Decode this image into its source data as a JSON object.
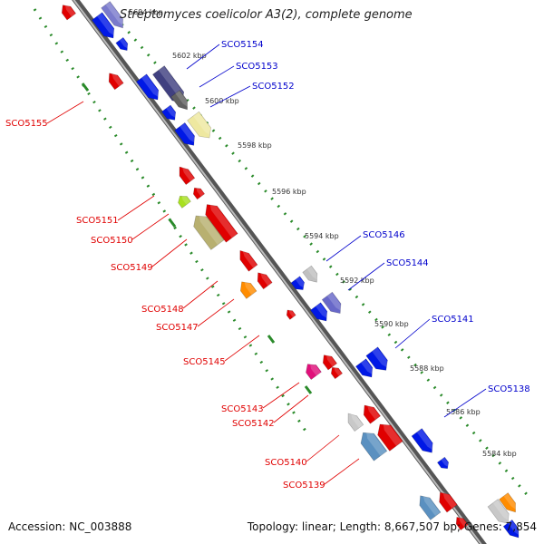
{
  "title": "Streptomyces coelicolor A3(2), complete genome",
  "accession": "Accession: NC_003888",
  "summary": "Topology: linear; Length: 8,667,507 bp; Genes: 7,854",
  "colors": {
    "backbone": "#7f7f7f",
    "ruler": "#2a8a2a",
    "forward_label": "#0000cc",
    "reverse_label": "#e00000",
    "scale_label": "#333333"
  },
  "scale": [
    {
      "label": "5604 kbp"
    },
    {
      "label": "5602 kbp"
    },
    {
      "label": "5600 kbp"
    },
    {
      "label": "5598 kbp"
    },
    {
      "label": "5596 kbp"
    },
    {
      "label": "5594 kbp"
    },
    {
      "label": "5592 kbp"
    },
    {
      "label": "5590 kbp"
    },
    {
      "label": "5588 kbp"
    },
    {
      "label": "5586 kbp"
    },
    {
      "label": "5584 kbp"
    }
  ],
  "gene_labels": [
    {
      "label": "SCO5154",
      "strand": "forward"
    },
    {
      "label": "SCO5153",
      "strand": "forward"
    },
    {
      "label": "SCO5152",
      "strand": "forward"
    },
    {
      "label": "SCO5146",
      "strand": "forward"
    },
    {
      "label": "SCO5144",
      "strand": "forward"
    },
    {
      "label": "SCO5141",
      "strand": "forward"
    },
    {
      "label": "SCO5138",
      "strand": "forward"
    },
    {
      "label": "SCO5155",
      "strand": "reverse"
    },
    {
      "label": "SCO5151",
      "strand": "reverse"
    },
    {
      "label": "SCO5150",
      "strand": "reverse"
    },
    {
      "label": "SCO5149",
      "strand": "reverse"
    },
    {
      "label": "SCO5148",
      "strand": "reverse"
    },
    {
      "label": "SCO5147",
      "strand": "reverse"
    },
    {
      "label": "SCO5145",
      "strand": "reverse"
    },
    {
      "label": "SCO5143",
      "strand": "reverse"
    },
    {
      "label": "SCO5142",
      "strand": "reverse"
    },
    {
      "label": "SCO5140",
      "strand": "reverse"
    },
    {
      "label": "SCO5139",
      "strand": "reverse"
    }
  ]
}
